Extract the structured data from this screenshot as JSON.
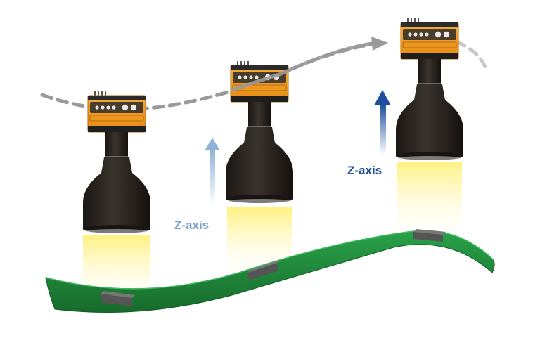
{
  "labels": {
    "z_axis_left": "Z-axis",
    "z_axis_right": "Z-axis"
  },
  "colors": {
    "camera_body": "#f39a1e",
    "lens": "#2a2420",
    "board": "#1f8a3a",
    "light": "#fff3a0",
    "arrow_left": "#8fb4d9",
    "arrow_right": "#1d4f9c",
    "path": "#999999",
    "label_left": "#7aa0cc",
    "label_right": "#1d4f9c"
  },
  "icons": [
    "camera-icon",
    "circuit-board",
    "z-axis-arrow-icon",
    "motion-path-arrow-icon"
  ]
}
